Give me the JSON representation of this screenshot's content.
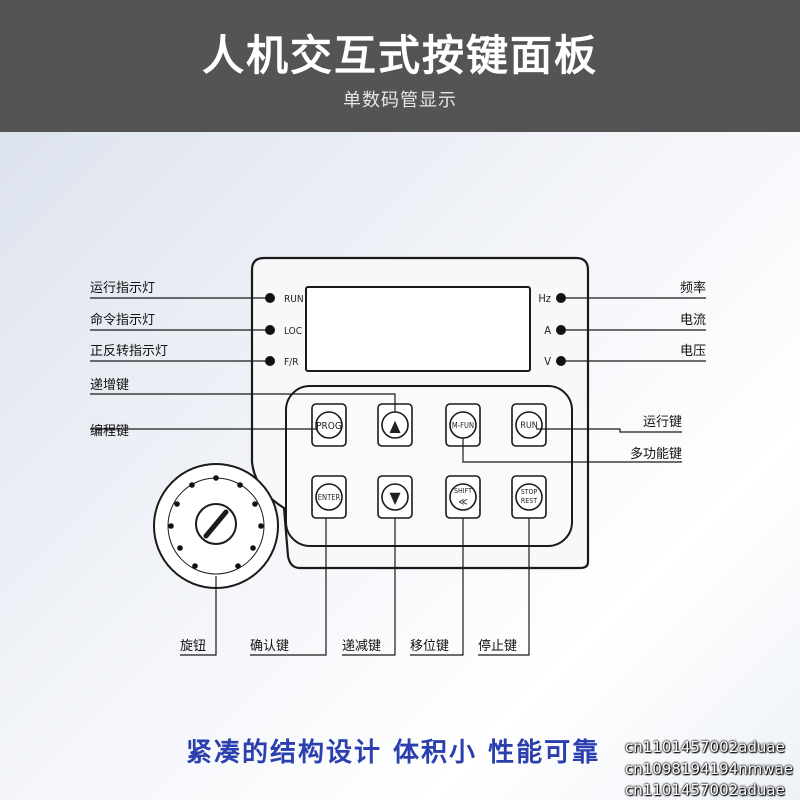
{
  "header": {
    "title": "人机交互式按键面板",
    "subtitle": "单数码管显示"
  },
  "indicators_left": [
    {
      "code": "RUN",
      "label": "运行指示灯"
    },
    {
      "code": "LOC",
      "label": "命令指示灯"
    },
    {
      "code": "F/R",
      "label": "正反转指示灯"
    }
  ],
  "indicators_right": [
    {
      "code": "Hz",
      "label": "频率"
    },
    {
      "code": "A",
      "label": "电流"
    },
    {
      "code": "V",
      "label": "电压"
    }
  ],
  "keys": {
    "prog": "PROG",
    "up": "▲",
    "mfun": "M-FUN",
    "run": "RUN",
    "enter": "ENTER",
    "down": "▼",
    "shift_line1": "SHIFT",
    "shift_line2": "≪",
    "stop_line1": "STOP",
    "stop_line2": "REST"
  },
  "callouts": {
    "increase": "递增键",
    "program": "编程键",
    "run_key": "运行键",
    "multi_function": "多功能键",
    "knob": "旋钮",
    "confirm": "确认键",
    "decrease": "递减键",
    "shift": "移位键",
    "stop": "停止键"
  },
  "slogan": "紧凑的结构设计 体积小 性能可靠",
  "watermarks": [
    "cn1101457002aduae",
    "cn1098194194nmwae",
    "cn1101457002aduae"
  ],
  "colors": {
    "header_bg": "#545454",
    "slogan": "#2b3fae",
    "line": "#1a1a1a"
  }
}
